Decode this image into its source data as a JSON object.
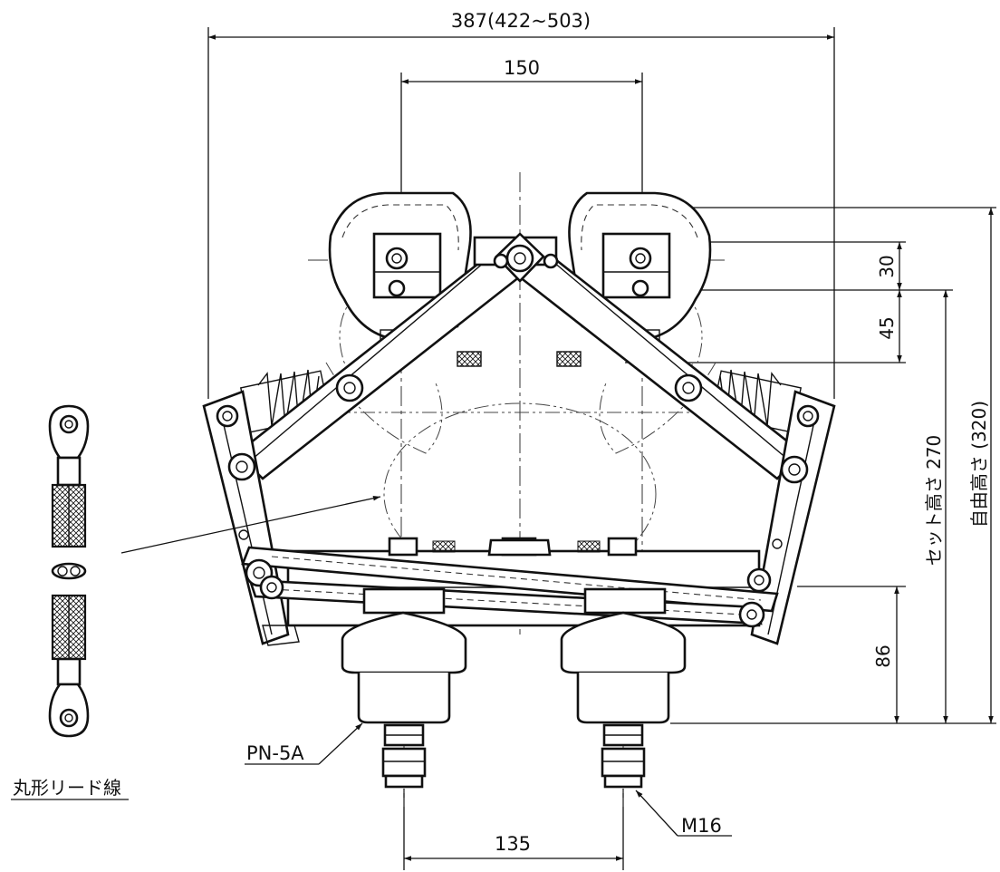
{
  "dimensions": {
    "overall_width": "387(422~503)",
    "pivot_spacing": "150",
    "insulator_spacing": "135",
    "dim_30": "30",
    "dim_45": "45",
    "dim_86": "86",
    "set_height": "セット高さ 270",
    "free_height": "自由高さ (320)"
  },
  "labels": {
    "insulator": "PN-5A",
    "bolt": "M16",
    "lead_wire": "丸形リード線"
  }
}
